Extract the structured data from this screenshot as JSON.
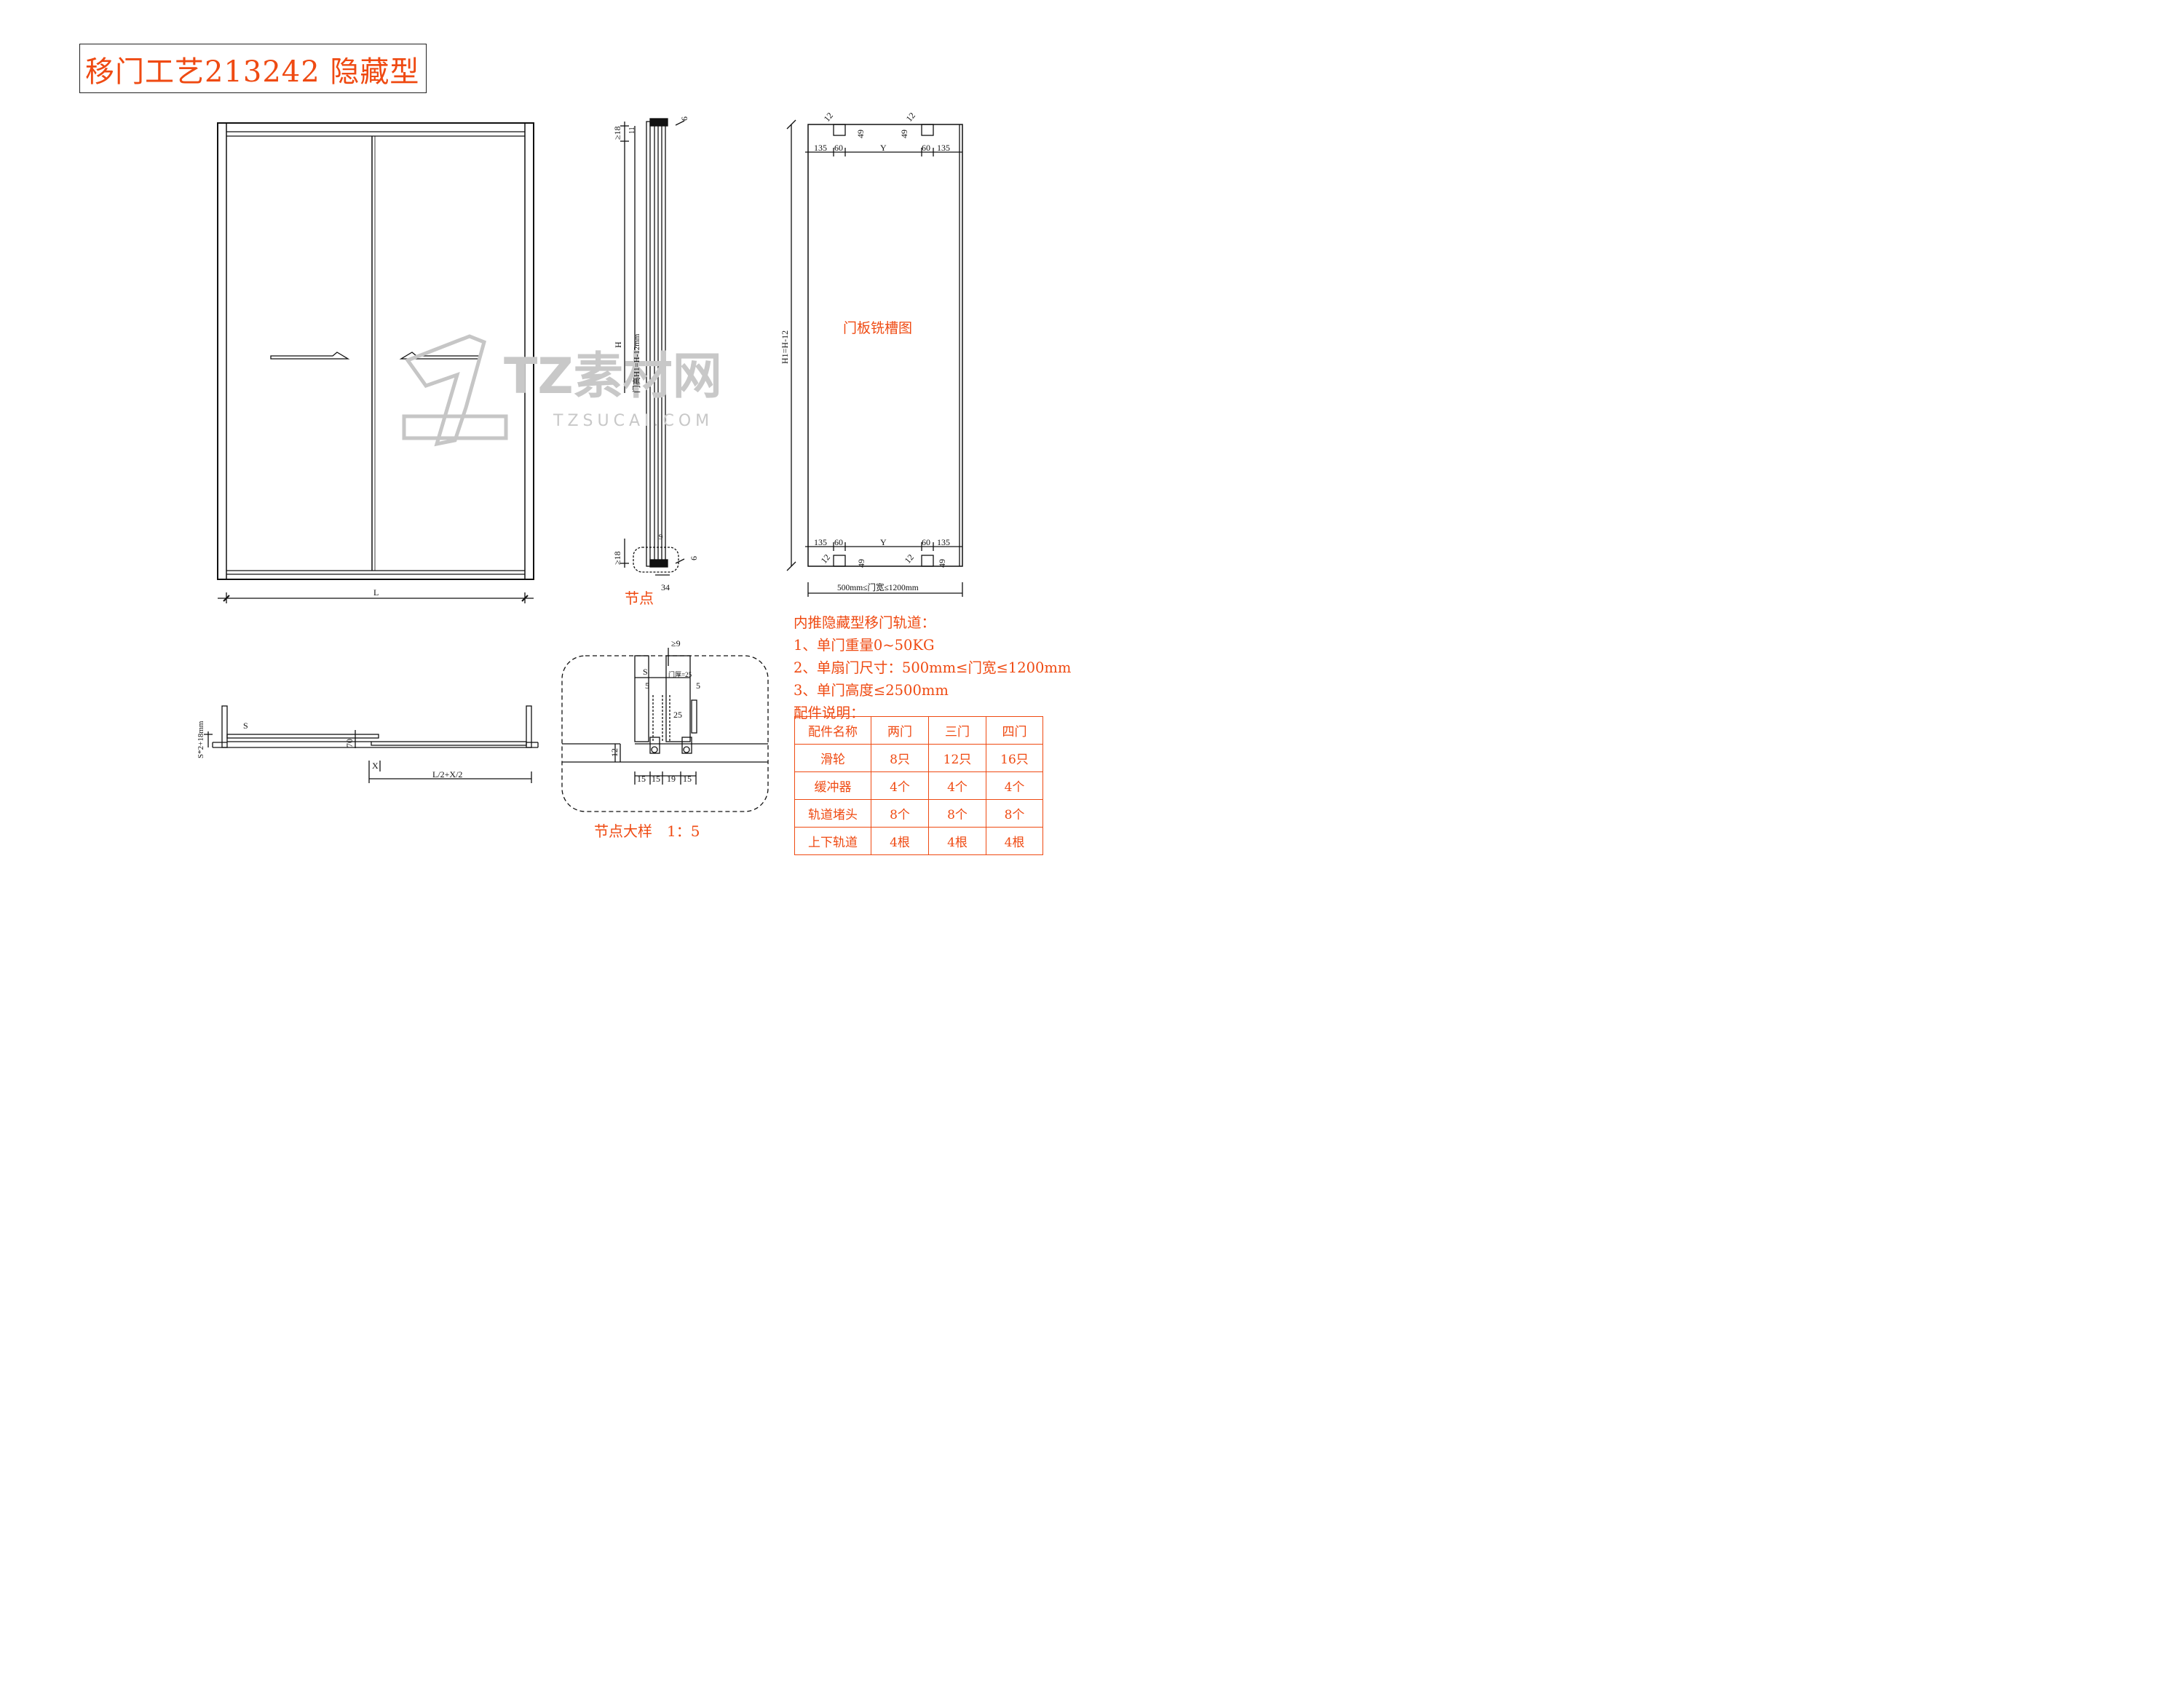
{
  "title": "移门工艺213242 隐藏型",
  "elevation": {
    "width_label": "L"
  },
  "side_view": {
    "dim_top_gap": "≥18",
    "dim_top_small": "11",
    "dim_top_right": "6",
    "height_label": "H",
    "door_height_label": "门高H1=H-12mm",
    "dim_bottom_gap": "≥18",
    "dim_bottom_9": "9",
    "dim_bottom_right": "6",
    "dim_bottom_34": "34",
    "caption": "节点"
  },
  "panel_view": {
    "title": "门板铣槽图",
    "height_label": "H1=H-12",
    "dims_top": [
      "12",
      "49",
      "135",
      "60",
      "Y",
      "60",
      "135",
      "12",
      "49"
    ],
    "dims_bottom": [
      "135",
      "60",
      "Y",
      "60",
      "135",
      "12",
      "49",
      "12",
      "49"
    ],
    "width_range": "500mm≤门宽≤1200mm"
  },
  "plan_view": {
    "dim_depth": "S*2+18mm",
    "dim_s": "S",
    "dim_70": "70",
    "dim_x": "X",
    "dim_half": "L/2+X/2"
  },
  "detail": {
    "dim_9": "≥9",
    "dim_s": "S",
    "door_thickness": "门厚=25",
    "dim_5_left": "5",
    "dim_5_right": "5",
    "dim_25": "25",
    "dim_12": "12",
    "dims_bottom": [
      "15",
      "15",
      "19",
      "15"
    ],
    "caption": "节点大样　1：5"
  },
  "notes": {
    "heading": "内推隐藏型移门轨道：",
    "items": [
      "1、单门重量0~50KG",
      "2、单扇门尺寸：500mm≤门宽≤1200mm",
      "3、单门高度≤2500mm"
    ],
    "parts_heading": "配件说明："
  },
  "parts_table": {
    "header": [
      "配件名称",
      "两门",
      "三门",
      "四门"
    ],
    "rows": [
      [
        "滑轮",
        "8只",
        "12只",
        "16只"
      ],
      [
        "缓冲器",
        "4个",
        "4个",
        "4个"
      ],
      [
        "轨道堵头",
        "8个",
        "8个",
        "8个"
      ],
      [
        "上下轨道",
        "4根",
        "4根",
        "4根"
      ]
    ]
  },
  "watermark": {
    "text": "TZ素材网",
    "url": "TZSUCAI.COM"
  },
  "colors": {
    "accent": "#ef4a12",
    "line": "#111111",
    "watermark": "#c8c8c8"
  }
}
